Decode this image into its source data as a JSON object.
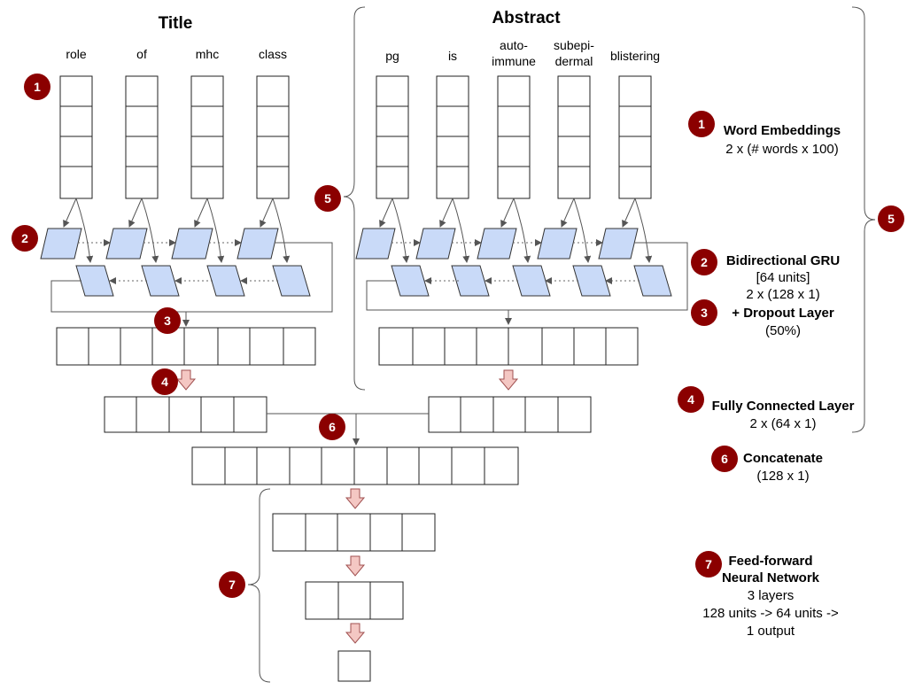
{
  "title_section": {
    "heading": "Title",
    "words": [
      "role",
      "of",
      "mhc",
      "class"
    ]
  },
  "abstract_section": {
    "heading": "Abstract",
    "words": [
      {
        "lines": [
          "pg"
        ]
      },
      {
        "lines": [
          "is"
        ]
      },
      {
        "lines": [
          "auto-",
          "immune"
        ]
      },
      {
        "lines": [
          "subepi-",
          "dermal"
        ]
      },
      {
        "lines": [
          "blistering"
        ]
      }
    ]
  },
  "badges": {
    "n1": "1",
    "n2": "2",
    "n3": "3",
    "n4": "4",
    "n5": "5",
    "n6": "6",
    "n7": "7"
  },
  "legend": {
    "embeddings": {
      "number": "1",
      "title": "Word Embeddings",
      "detail": "2 x (# words x 100)"
    },
    "gru": {
      "number": "2",
      "title": "Bidirectional GRU",
      "detail1": "[64 units]",
      "detail2": "2 x (128 x 1)"
    },
    "dropout": {
      "number": "3",
      "title": "+ Dropout Layer",
      "detail": "(50%)"
    },
    "fully_connected": {
      "number": "4",
      "title": "Fully Connected Layer",
      "detail": "2 x (64 x 1)"
    },
    "shared": {
      "number": "5"
    },
    "concatenate": {
      "number": "6",
      "title": "Concatenate",
      "detail": "(128 x 1)"
    },
    "ffnn": {
      "number": "7",
      "title1": "Feed-forward",
      "title2": "Neural Network",
      "detail1": "3 layers",
      "detail2": "128 units -> 64 units ->",
      "detail3": "1 output"
    }
  },
  "colors": {
    "badge": "#8b0000",
    "gru_fill": "#c9daf8",
    "arrow_fill": "#f4c7c3"
  }
}
